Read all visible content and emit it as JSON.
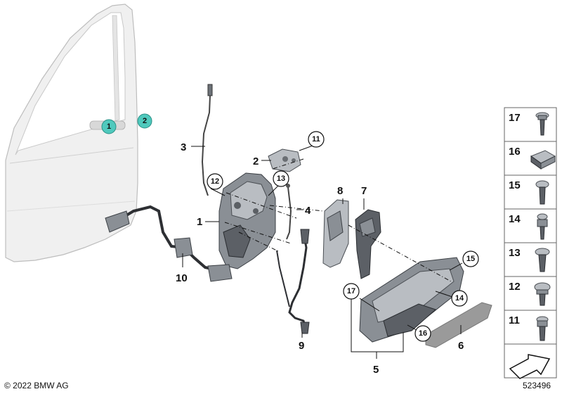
{
  "copyright": "© 2022 BMW AG",
  "diagram_id": "523496",
  "door_markers": [
    "1",
    "2"
  ],
  "labels": {
    "p1": "1",
    "p2": "2",
    "p3": "3",
    "p4": "4",
    "p5": "5",
    "p6": "6",
    "p7": "7",
    "p8": "8",
    "p9": "9",
    "p10": "10"
  },
  "callouts": {
    "c11": "11",
    "c12": "12",
    "c13": "13",
    "c14": "14",
    "c15": "15",
    "c16": "16",
    "c17": "17"
  },
  "fastener_panel": [
    "17",
    "16",
    "15",
    "14",
    "13",
    "12",
    "11"
  ]
}
